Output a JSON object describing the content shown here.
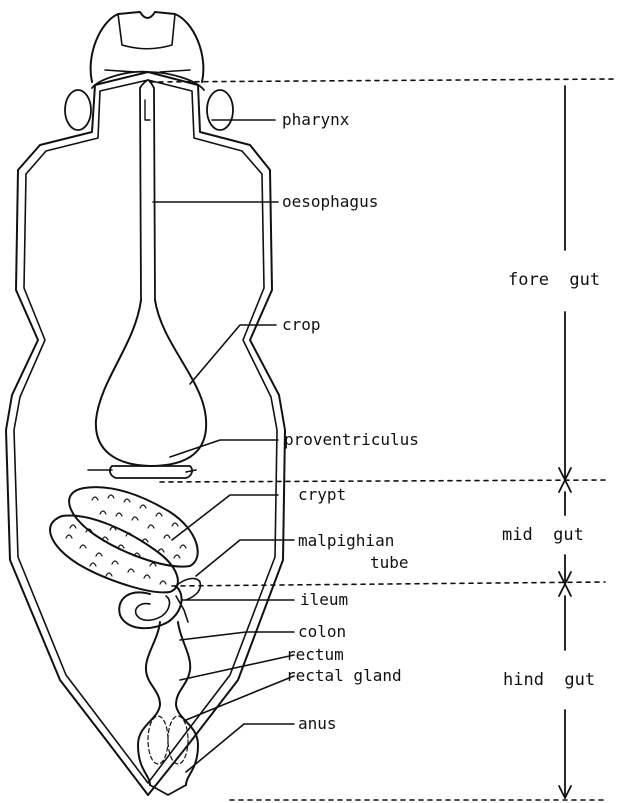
{
  "labels": {
    "pharynx": "pharynx",
    "oesophagus": "oesophagus",
    "crop": "crop",
    "proventriculus": "proventriculus",
    "crypt": "crypt",
    "malpighian_line1": "malpighian",
    "malpighian_line2": "tube",
    "ileum": "ileum",
    "colon": "colon",
    "rectum": "rectum",
    "rectal_gland": "rectal gland",
    "anus": "anus"
  },
  "regions": {
    "fore_gut": "fore  gut",
    "mid_gut": "mid  gut",
    "hind_gut": "hind  gut"
  },
  "colors": {
    "ink": "#111111",
    "background": "#ffffff"
  }
}
